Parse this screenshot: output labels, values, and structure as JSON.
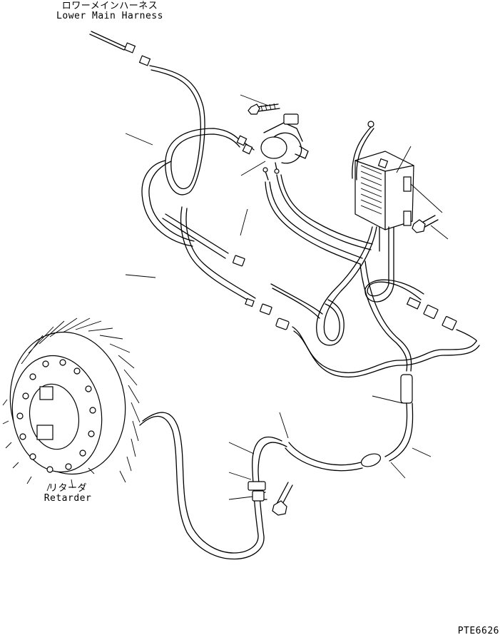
{
  "labels": {
    "lower_main_harness_jp": "ロワーメインハーネス",
    "lower_main_harness_en": "Lower Main Harness",
    "retarder_jp": "リターダ",
    "retarder_en": "Retarder",
    "drawing_number": "PTE6626"
  },
  "colors": {
    "line": "#000000",
    "background": "#ffffff"
  }
}
